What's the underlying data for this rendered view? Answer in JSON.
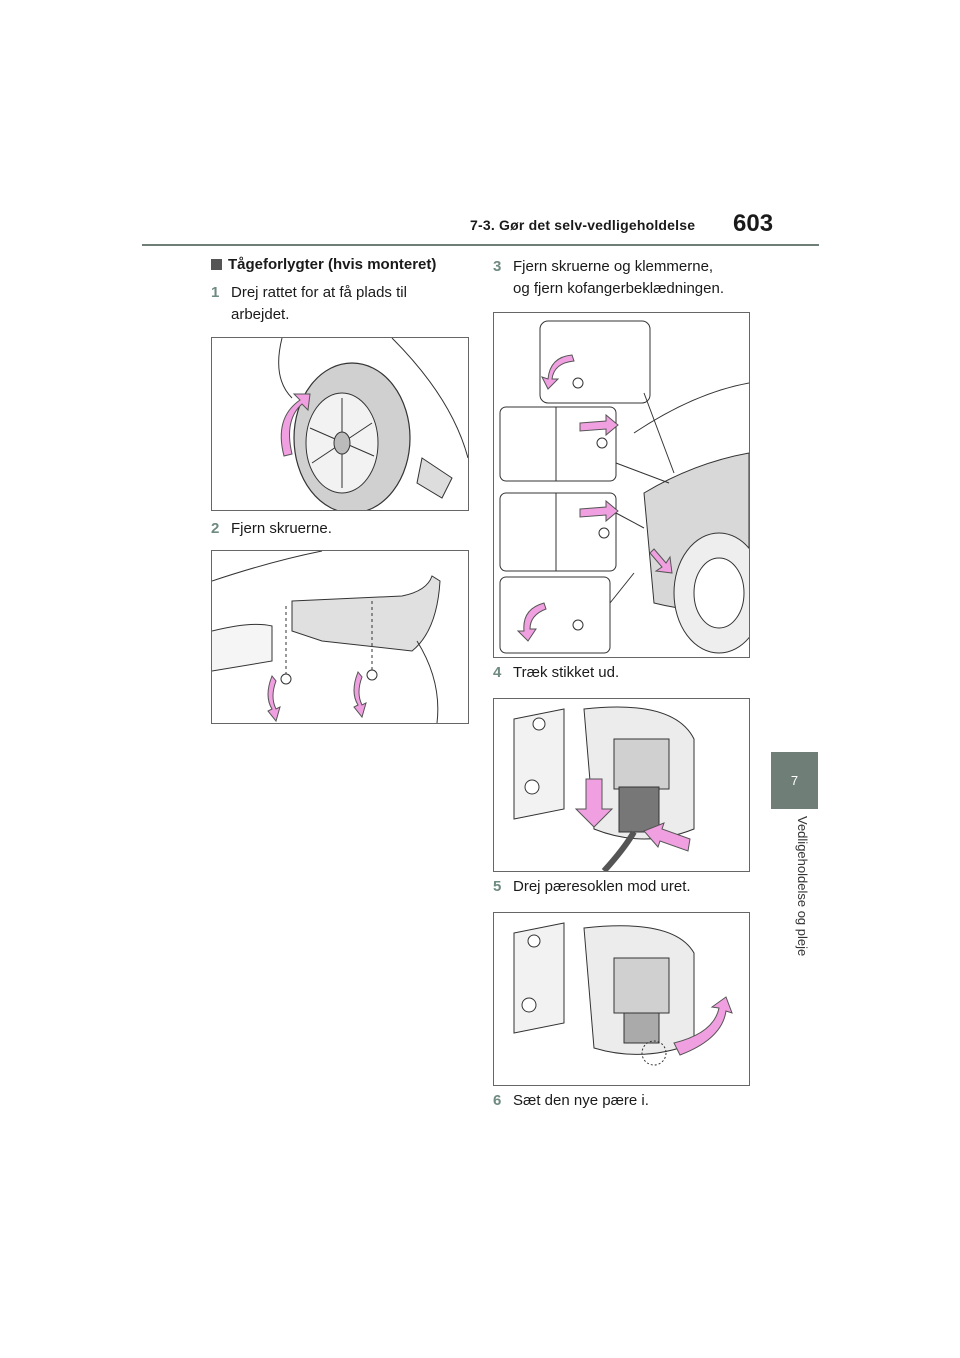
{
  "header": {
    "title": "7-3. Gør det selv-vedligeholdelse",
    "page_number": "603"
  },
  "chapter": {
    "number": "7",
    "label": "Vedligeholdelse og pleje"
  },
  "section": {
    "heading": "Tågeforlygter (hvis monteret)"
  },
  "steps": [
    {
      "num": "1",
      "lines": [
        "Drej rattet for at få plads til",
        "arbejdet."
      ]
    },
    {
      "num": "2",
      "lines": [
        "Fjern skruerne."
      ]
    },
    {
      "num": "3",
      "lines": [
        "Fjern skruerne og klemmerne,",
        "og fjern kofangerbeklædningen."
      ]
    },
    {
      "num": "4",
      "lines": [
        "Træk stikket ud."
      ]
    },
    {
      "num": "5",
      "lines": [
        "Drej pæresoklen mod uret."
      ]
    },
    {
      "num": "6",
      "lines": [
        "Sæt den nye pære i."
      ]
    }
  ],
  "colors": {
    "accent": "#6f7f78",
    "arrow": "#f0a0e0"
  }
}
